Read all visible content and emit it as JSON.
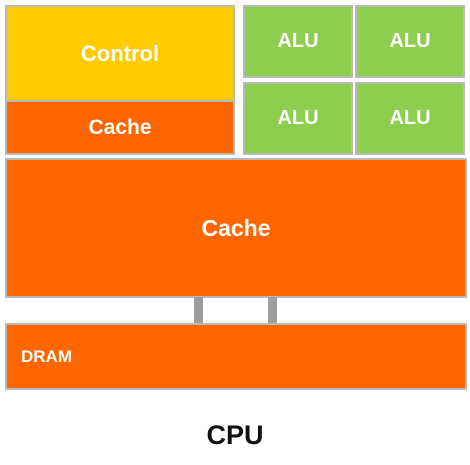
{
  "blocks": {
    "control": "Control",
    "cache_small": "Cache",
    "alus": [
      "ALU",
      "ALU",
      "ALU",
      "ALU"
    ],
    "cache_large": "Cache",
    "dram": "DRAM"
  },
  "caption": "CPU",
  "colors": {
    "control": "#ffcc00",
    "cache": "#ff6600",
    "alu": "#8ccf4f",
    "bus": "#9e9e9e",
    "border": "#b9b9b9"
  }
}
